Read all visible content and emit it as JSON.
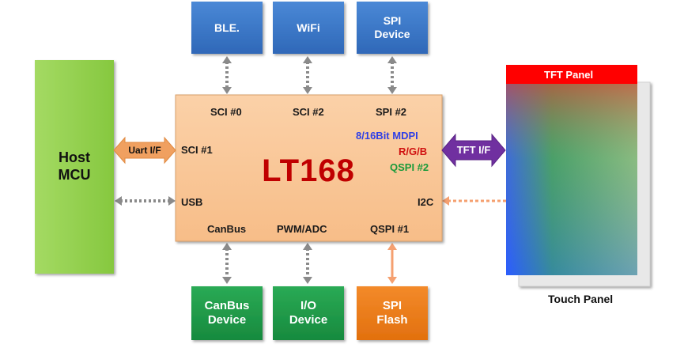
{
  "chip": {
    "name": "LT168",
    "ports": {
      "sci0": "SCI #0",
      "sci2": "SCI #2",
      "spi2": "SPI #2",
      "sci1": "SCI #1",
      "usb": "USB",
      "canbus": "CanBus",
      "pwm_adc": "PWM/ADC",
      "qspi1": "QSPI #1",
      "i2c": "I2C",
      "mdpi": "8/16Bit MDPI",
      "rgb": "R/G/B",
      "qspi2": "QSPI #2"
    }
  },
  "peripherals": {
    "ble": "BLE.",
    "wifi": "WiFi",
    "spi_device": "SPI\nDevice",
    "canbus_device": "CanBus\nDevice",
    "io_device": "I/O\nDevice",
    "spi_flash": "SPI\nFlash"
  },
  "host": {
    "label": "Host\nMCU"
  },
  "panel": {
    "tft_panel": "TFT Panel",
    "touch_panel": "Touch Panel"
  },
  "interfaces": {
    "uart": "Uart I/F",
    "tft_if": "TFT I/F"
  },
  "colors": {
    "blue_box": "#3a78c8",
    "green_box": "#1f9a4a",
    "orange_box": "#ee7d1c",
    "host_green": "#92d050",
    "chip_fill": "#fac89a",
    "chip_title": "#c00000",
    "mdpi": "#2f3fe6",
    "rgb": "#d01010",
    "qspi2": "#1a9a3a",
    "uart_arrow": "#f0a060",
    "tft_arrow": "#7030a0",
    "dotted": "#8a8a8a",
    "spi_flash_arrow": "#f5a070",
    "i2c_arrow": "#f5a070",
    "panel_red": "#ff0000"
  }
}
